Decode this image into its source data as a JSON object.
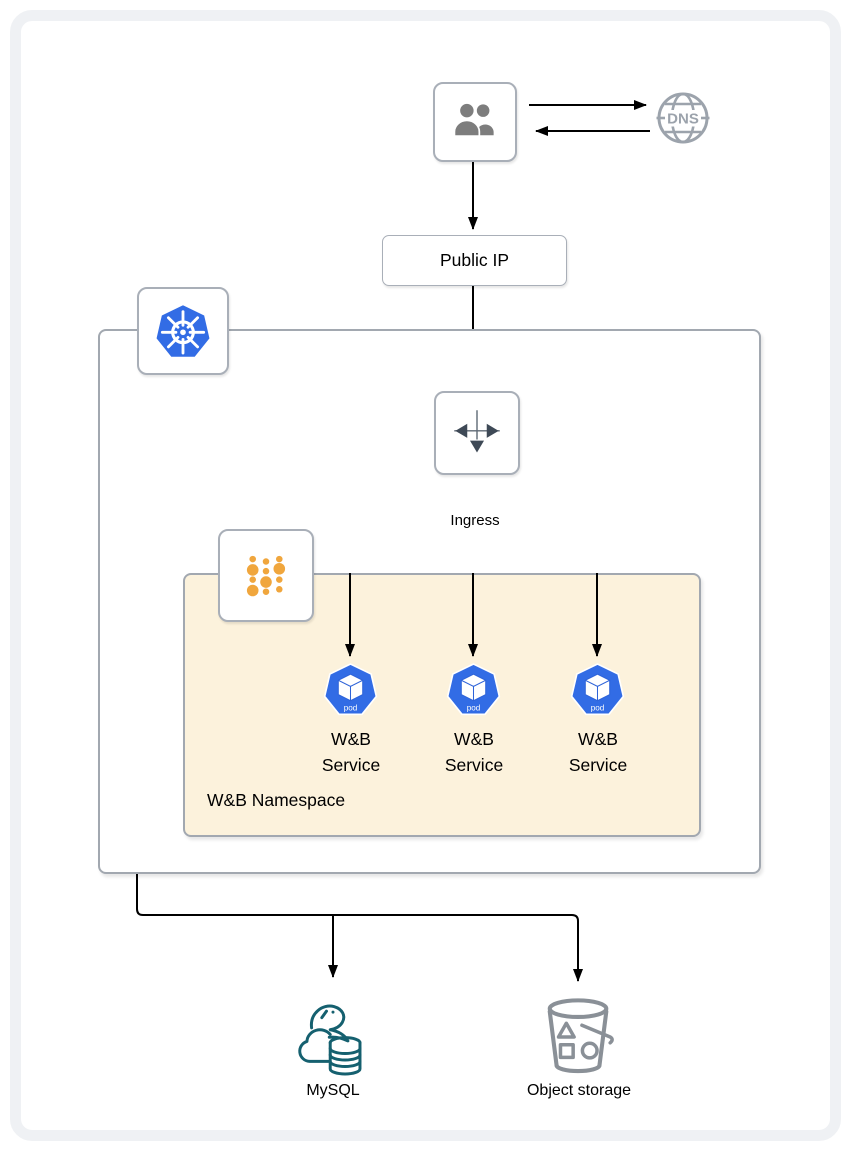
{
  "diagram": {
    "users": {
      "icon": "users"
    },
    "dns": {
      "text": "DNS"
    },
    "public_ip": {
      "label": "Public IP"
    },
    "kubernetes_cluster": {
      "icon": "kubernetes"
    },
    "ingress": {
      "label": "Ingress"
    },
    "namespace": {
      "label": "W&B Namespace"
    },
    "pods": [
      {
        "badge": "pod",
        "label_line1": "W&B",
        "label_line2": "Service"
      },
      {
        "badge": "pod",
        "label_line1": "W&B",
        "label_line2": "Service"
      },
      {
        "badge": "pod",
        "label_line1": "W&B",
        "label_line2": "Service"
      }
    ],
    "mysql": {
      "label": "MySQL"
    },
    "object_storage": {
      "label": "Object storage"
    },
    "colors": {
      "kubernetes_blue": "#326CE5",
      "namespace_fill": "#FCF2DC",
      "namespace_dot_orange": "#F0A63D",
      "mysql_teal": "#15606F",
      "bucket_gray": "#8A9097",
      "dns_gray": "#9CA3AC",
      "person_gray": "#7D7D7D",
      "box_border_gray": "#A9AFB8",
      "connector_black": "#000000",
      "ingress_arrow_slate": "#3E4956"
    }
  }
}
